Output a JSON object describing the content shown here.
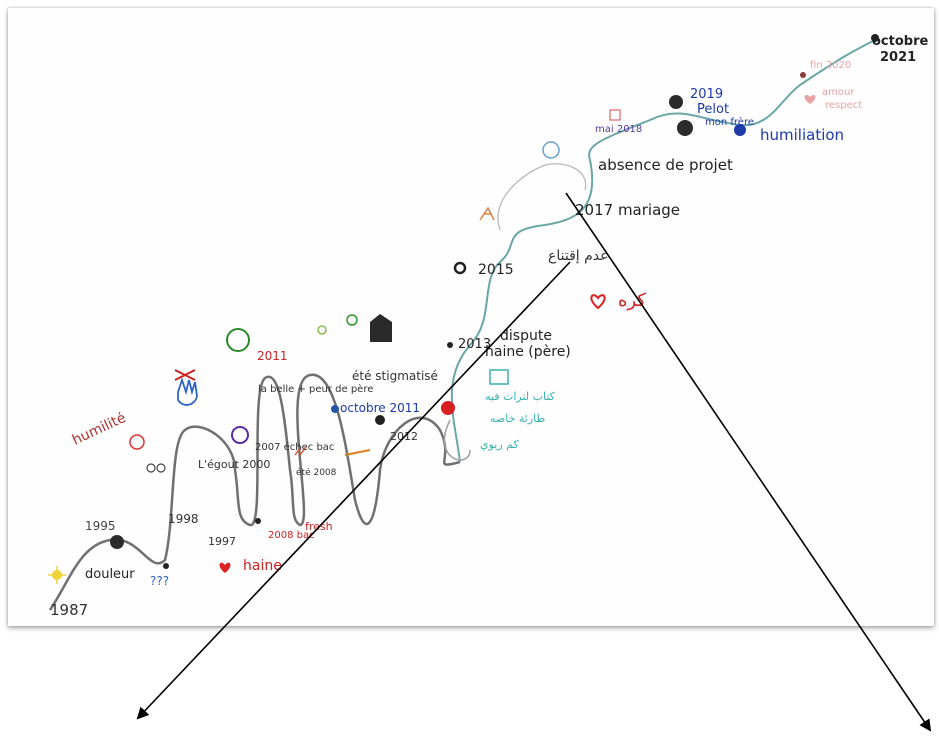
{
  "timeline": {
    "labels": {
      "y1987": "1987",
      "y1995": "1995",
      "douleur": "douleur",
      "q": "???",
      "humilite": "humilité",
      "bac": "bac",
      "lbac": "1998",
      "l1997": "1997",
      "haine": "haine",
      "z": "2000",
      "egout": "L'égout 2000",
      "y2011a": "2011",
      "belle": "la belle + peur de père",
      "echec": "2007 échec bac",
      "ete": "été 2008",
      "bacbas": "2008 bac",
      "fresh": "fresh",
      "stig": "été stigmatisé",
      "oct": "octobre 2011",
      "y2012": "2012",
      "y2013": "2013",
      "dispute": "dispute",
      "hainepere": "haine (père)",
      "kuh": "كره",
      "book1": "كتاب لتراث فيه",
      "book2": "طارئة خاصه",
      "book3": "كم ريوي",
      "y2015": "2015",
      "arab": "عدم إقتناع",
      "mariage": "2017 mariage",
      "absence": "absence de projet",
      "mai": "mai 2018",
      "y2019": "2019",
      "pelot": "Pelot",
      "manqfr": "mon frère",
      "humil": "humiliation",
      "oct21": "octobre",
      "y2021": "2021",
      "fin2020": "fin 2020",
      "amour": "amour",
      "respect": "respect"
    }
  }
}
